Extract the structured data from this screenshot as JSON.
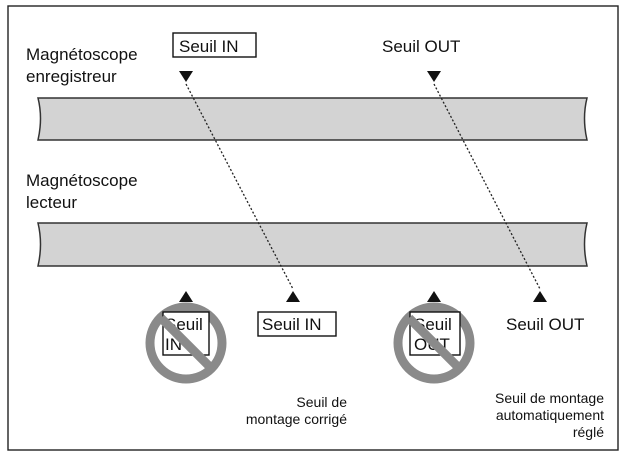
{
  "labels": {
    "recorder_line1": "Magnétoscope",
    "recorder_line2": "enregistreur",
    "player_line1": "Magnétoscope",
    "player_line2": "lecteur",
    "recorder_in": "Seuil IN",
    "recorder_out": "Seuil OUT",
    "player_in_crossed_line1": "Seuil",
    "player_in_crossed_line2": "IN",
    "player_in": "Seuil IN",
    "player_out_crossed_line1": "Seuil",
    "player_out_crossed_line2": "OUT",
    "player_out": "Seuil OUT",
    "caption_left_line1": "Seuil de",
    "caption_left_line2": "montage corrigé",
    "caption_right_line1": "Seuil de montage",
    "caption_right_line2": "automatiquement",
    "caption_right_line3": "réglé"
  },
  "colors": {
    "tape_fill": "#d3d3d3",
    "prohibition_sign": "#8a8a8a"
  }
}
